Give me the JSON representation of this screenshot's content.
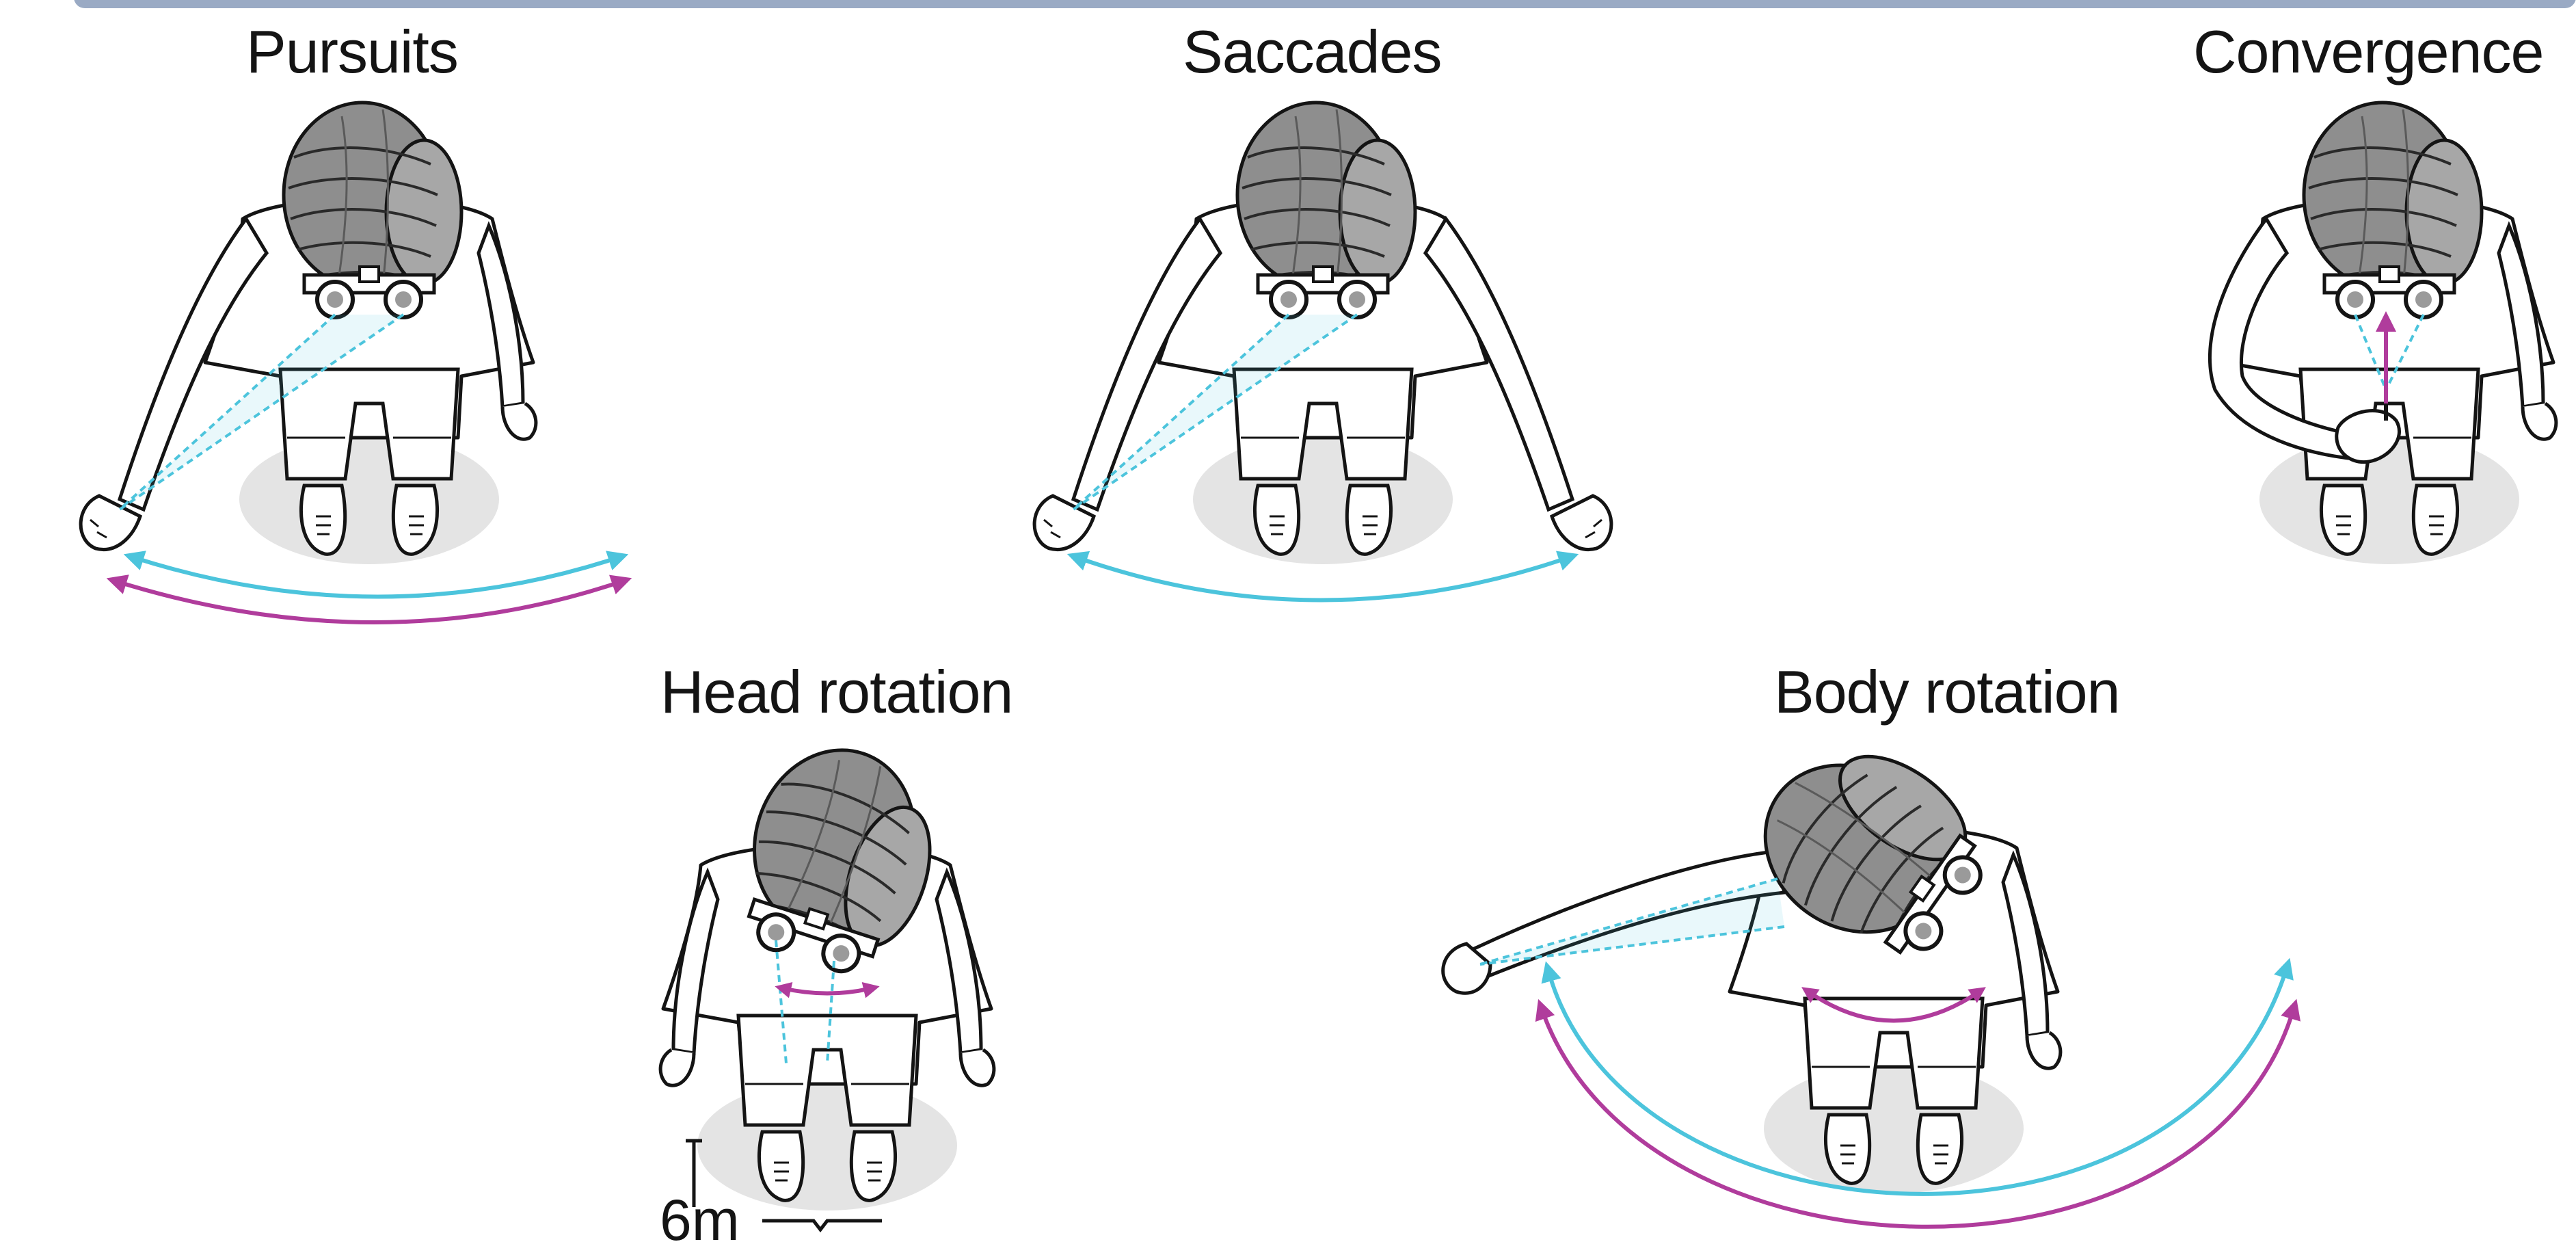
{
  "titles": {
    "pursuits": "Pursuits",
    "saccades": "Saccades",
    "convergence": "Convergence",
    "head_rotation": "Head rotation",
    "body_rotation": "Body rotation"
  },
  "scale": {
    "label": "6m"
  },
  "colors": {
    "eye_movement": "#4cc4dc",
    "head_body_movement": "#b03c9c",
    "outline": "#141414",
    "hair": "#8e8e8e",
    "shadow": "#e4e4e4",
    "frame_bar": "#9aaac4"
  },
  "icons": {
    "figure": "person-top-view-icon",
    "glasses": "trial-frame-glasses-icon"
  }
}
